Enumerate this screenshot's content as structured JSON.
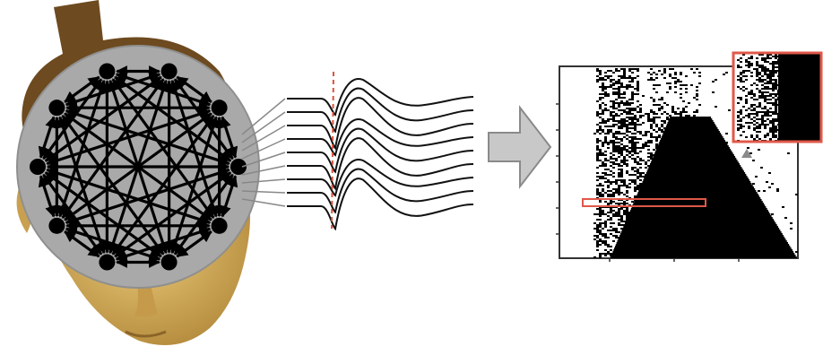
{
  "head": {
    "skin": "#d9b25f",
    "skin_dark": "#a47c35",
    "hair": "#6d4a1f"
  },
  "network": {
    "disc_color": "#a9a9a9",
    "node_color": "#000000",
    "nodes": 10,
    "edges": [
      [
        0,
        1
      ],
      [
        0,
        2
      ],
      [
        0,
        3
      ],
      [
        0,
        4
      ],
      [
        0,
        5
      ],
      [
        0,
        6
      ],
      [
        0,
        7
      ],
      [
        0,
        8
      ],
      [
        0,
        9
      ],
      [
        1,
        2
      ],
      [
        1,
        3
      ],
      [
        1,
        4
      ],
      [
        1,
        5
      ],
      [
        1,
        6
      ],
      [
        1,
        7
      ],
      [
        1,
        8
      ],
      [
        1,
        9
      ],
      [
        2,
        3
      ],
      [
        2,
        4
      ],
      [
        2,
        5
      ],
      [
        2,
        6
      ],
      [
        2,
        7
      ],
      [
        2,
        8
      ],
      [
        2,
        9
      ],
      [
        3,
        4
      ],
      [
        3,
        5
      ],
      [
        3,
        6
      ],
      [
        3,
        7
      ],
      [
        3,
        8
      ],
      [
        3,
        9
      ],
      [
        4,
        5
      ],
      [
        4,
        6
      ],
      [
        4,
        7
      ],
      [
        4,
        8
      ],
      [
        4,
        9
      ],
      [
        5,
        6
      ],
      [
        5,
        7
      ],
      [
        5,
        8
      ],
      [
        5,
        9
      ],
      [
        6,
        7
      ],
      [
        6,
        8
      ],
      [
        6,
        9
      ],
      [
        7,
        8
      ],
      [
        7,
        9
      ],
      [
        8,
        9
      ]
    ]
  },
  "signals": {
    "count": 9,
    "onset_marker_color": "#d9533f"
  },
  "arrow": {
    "fill": "#c8c8c8",
    "stroke": "#8a8a8a"
  },
  "raster": {
    "highlight_color": "#e0584a",
    "marker_color": "#8a8a8a"
  }
}
